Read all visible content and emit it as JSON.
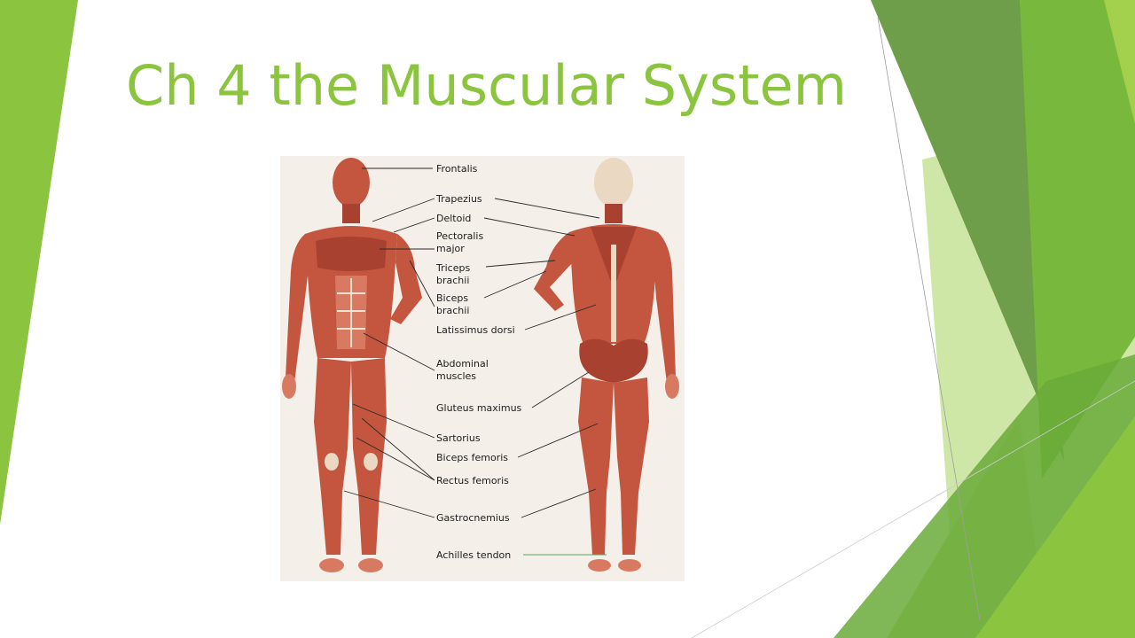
{
  "slide": {
    "title": "Ch 4 the Muscular System"
  },
  "theme": {
    "title_color": "#8bc53f",
    "accent_colors": [
      "#8bc53f",
      "#6f9e4a",
      "#a3d04d",
      "#cfe7a6",
      "#78b83c"
    ]
  },
  "diagram": {
    "labels": [
      {
        "id": "frontalis",
        "text": "Frontalis"
      },
      {
        "id": "trapezius",
        "text": "Trapezius"
      },
      {
        "id": "deltoid",
        "text": "Deltoid"
      },
      {
        "id": "pectoralis-1",
        "text": "Pectoralis"
      },
      {
        "id": "pectoralis-2",
        "text": "major"
      },
      {
        "id": "triceps-1",
        "text": "Triceps"
      },
      {
        "id": "triceps-2",
        "text": "brachii"
      },
      {
        "id": "biceps-1",
        "text": "Biceps"
      },
      {
        "id": "biceps-2",
        "text": "brachii"
      },
      {
        "id": "latissimus",
        "text": "Latissimus dorsi"
      },
      {
        "id": "abdominal-1",
        "text": "Abdominal"
      },
      {
        "id": "abdominal-2",
        "text": "muscles"
      },
      {
        "id": "gluteus",
        "text": "Gluteus maximus"
      },
      {
        "id": "sartorius",
        "text": "Sartorius"
      },
      {
        "id": "biceps-femoris",
        "text": "Biceps femoris"
      },
      {
        "id": "rectus-femoris",
        "text": "Rectus femoris"
      },
      {
        "id": "gastrocnemius",
        "text": "Gastrocnemius"
      },
      {
        "id": "achilles",
        "text": "Achilles tendon"
      }
    ]
  }
}
